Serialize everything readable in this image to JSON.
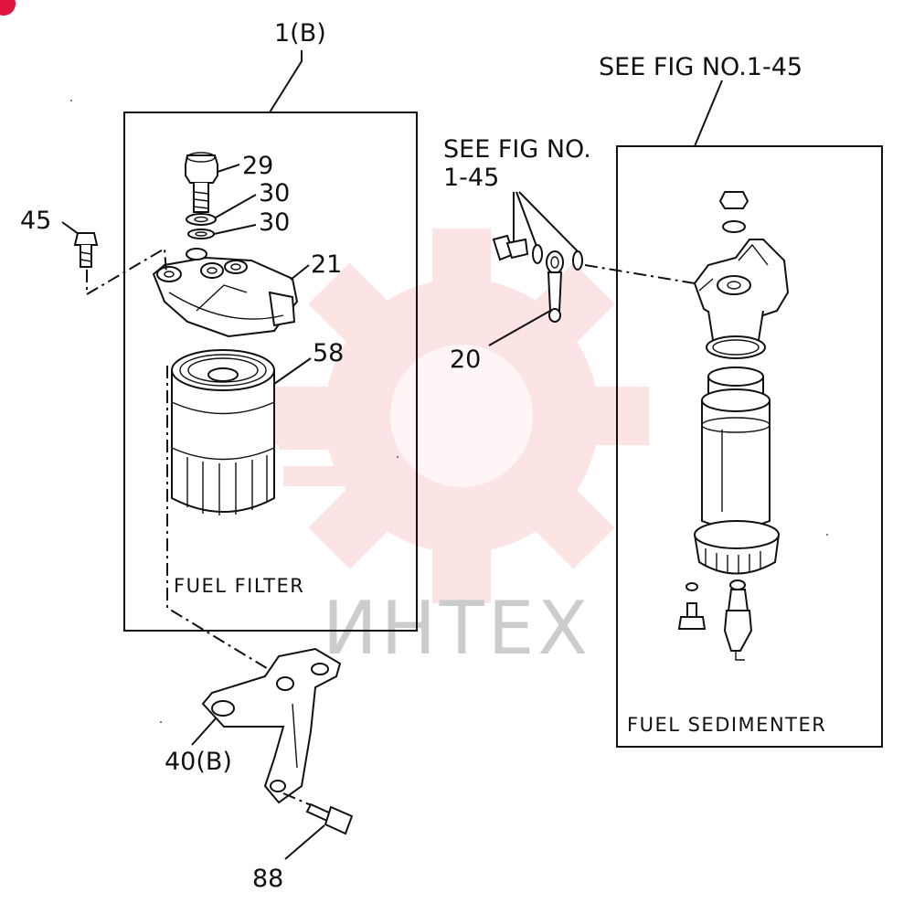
{
  "labels": {
    "assembly": "1(B)",
    "see_fig_top": "SEE FIG NO.1-45",
    "see_fig_line1": "SEE FIG NO.",
    "see_fig_line2": "1-45",
    "p29": "29",
    "p30a": "30",
    "p30b": "30",
    "p45": "45",
    "p21": "21",
    "p58": "58",
    "p20": "20",
    "p40": "40(B)",
    "p88": "88"
  },
  "captions": {
    "fuel_filter": "FUEL FILTER",
    "fuel_sedimenter": "FUEL SEDIMENTER"
  },
  "watermark": {
    "text": "ИНТЕХ",
    "color": "#e8222a",
    "text_color": "#cccccc"
  },
  "badge": {
    "color": "#e0143c"
  }
}
